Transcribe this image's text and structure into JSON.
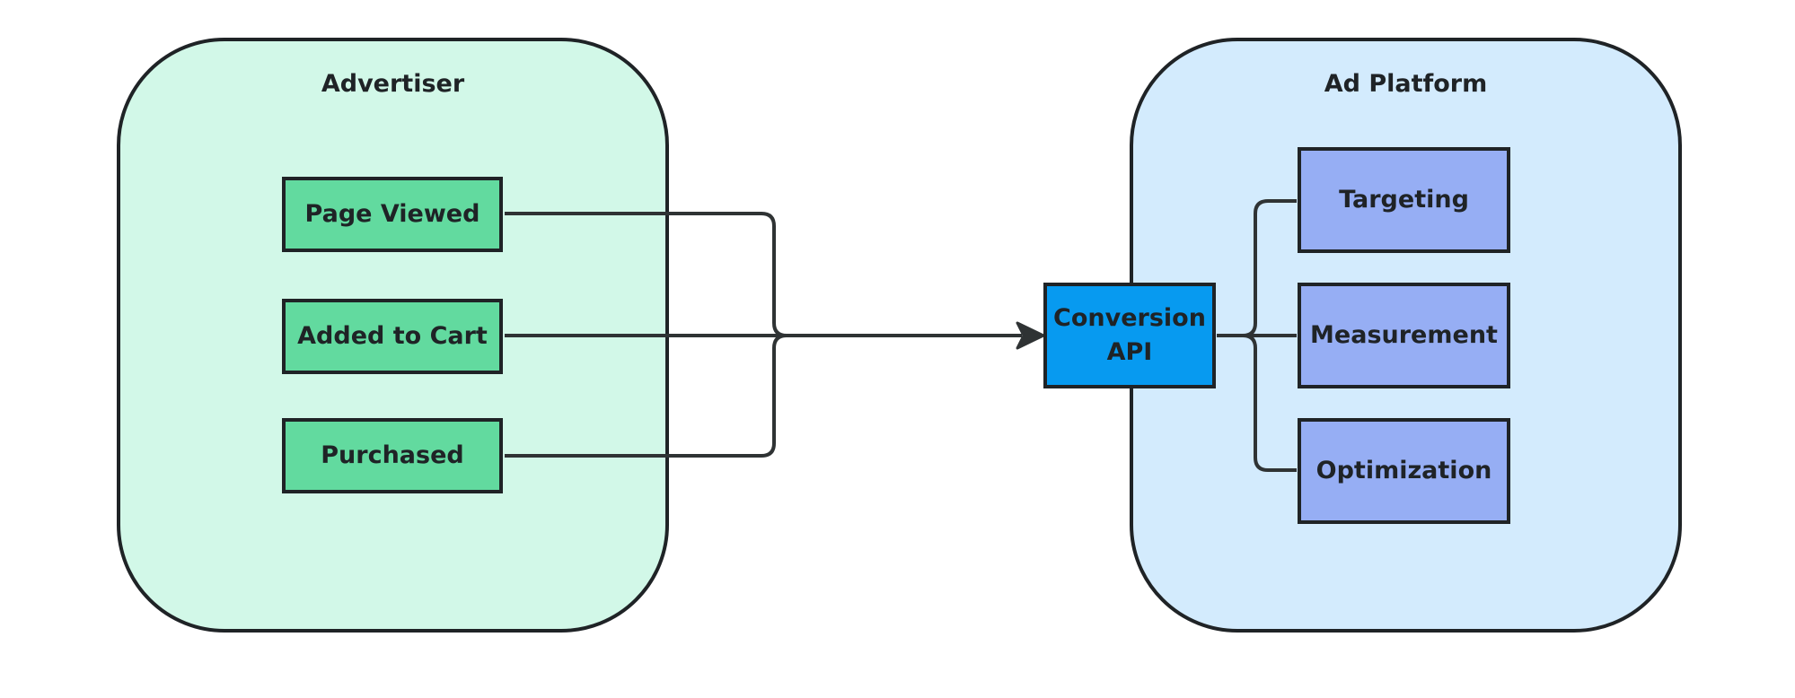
{
  "colors": {
    "outline": "#1f2326",
    "advertiser_fill": "#d2f8e8",
    "platform_fill": "#d3ebfd",
    "event_fill": "#62da9f",
    "api_fill": "#079af0",
    "feature_fill": "#96aef4",
    "connector": "#2f3334"
  },
  "advertiser": {
    "title": "Advertiser",
    "events": [
      {
        "label": "Page Viewed"
      },
      {
        "label": "Added to Cart"
      },
      {
        "label": "Purchased"
      }
    ]
  },
  "platform": {
    "title": "Ad Platform",
    "api": {
      "line1": "Conversion",
      "line2": "API"
    },
    "features": [
      {
        "label": "Targeting"
      },
      {
        "label": "Measurement"
      },
      {
        "label": "Optimization"
      }
    ]
  }
}
